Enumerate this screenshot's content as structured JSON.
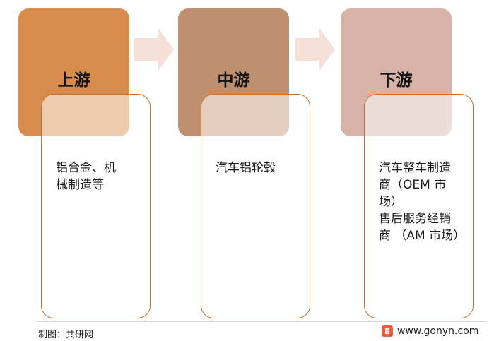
{
  "stages": [
    {
      "title": "上游",
      "detail": "铝合金、机\n械制造等",
      "color": "#d78c4e"
    },
    {
      "title": "中游",
      "detail": "汽车铝轮毂",
      "color": "#bf9070"
    },
    {
      "title": "下游",
      "detail": "汽车整车制造\n商（OEM 市\n场）\n售后服务经销\n商 （AM 市场）",
      "color": "#d6b3a6"
    }
  ],
  "colors": {
    "arrow": "#f6e1d8",
    "card_border": "#c8702e"
  },
  "footer": {
    "source": "制图：共研网",
    "site": "www.gonyn.com"
  }
}
